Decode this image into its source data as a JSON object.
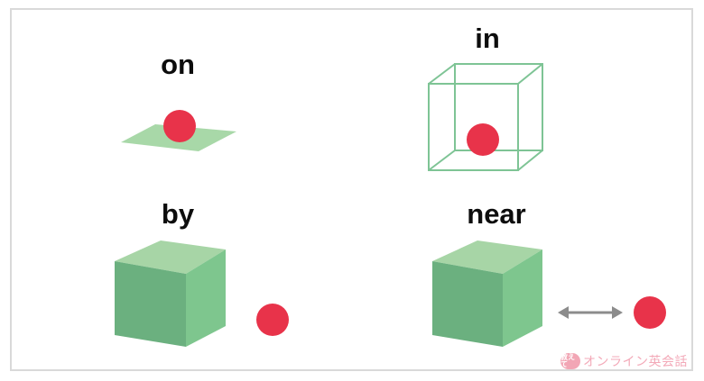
{
  "labels": {
    "on": "on",
    "in": "in",
    "by": "by",
    "near": "near"
  },
  "colors": {
    "ball": "#e8334a",
    "plane": "#a8d8a8",
    "wire": "#7ec495",
    "cube_front": "#6bb07f",
    "cube_side": "#7ec68e",
    "cube_top": "#a7d5a6",
    "arrow": "#8c8c8c",
    "frame": "#d9d9d9"
  },
  "watermark": {
    "badge": "教えて",
    "text": "オンライン英会話"
  }
}
